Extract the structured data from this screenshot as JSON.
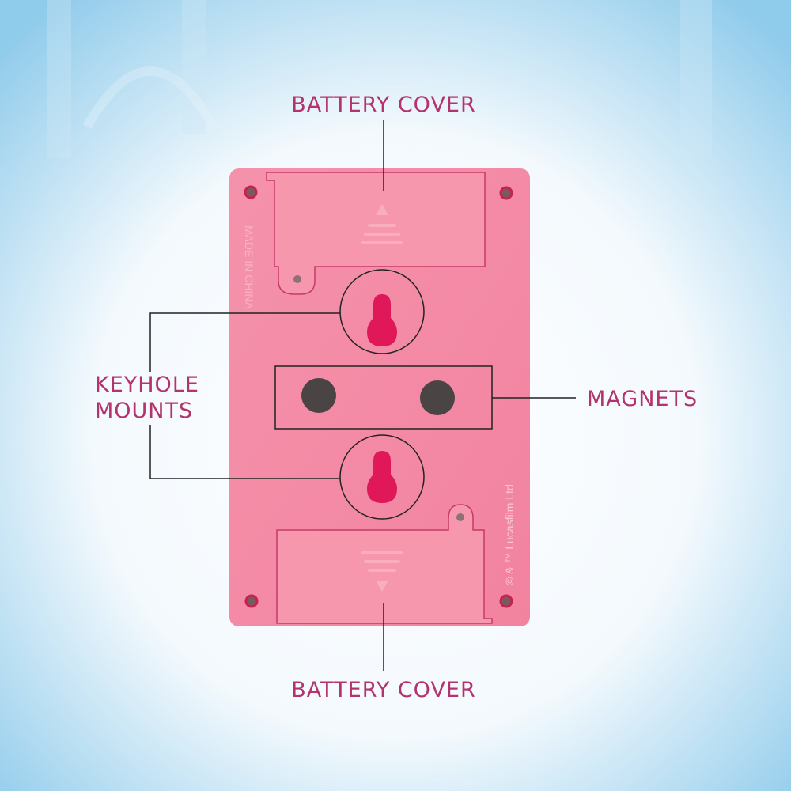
{
  "labels": {
    "battery_cover_top": "BATTERY COVER",
    "keyhole_line1": "KEYHOLE",
    "keyhole_line2": "MOUNTS",
    "magnets": "MAGNETS",
    "battery_cover_bottom": "BATTERY COVER"
  },
  "embossed_text": {
    "made_in": "MADE IN CHINA",
    "copyright": "© & ™ Lucasfilm Ltd"
  },
  "colors": {
    "label_text": "#b3336f",
    "device_pink": "#f48aa5",
    "keyhole_red": "#e0185a",
    "leader_line": "#222222"
  }
}
